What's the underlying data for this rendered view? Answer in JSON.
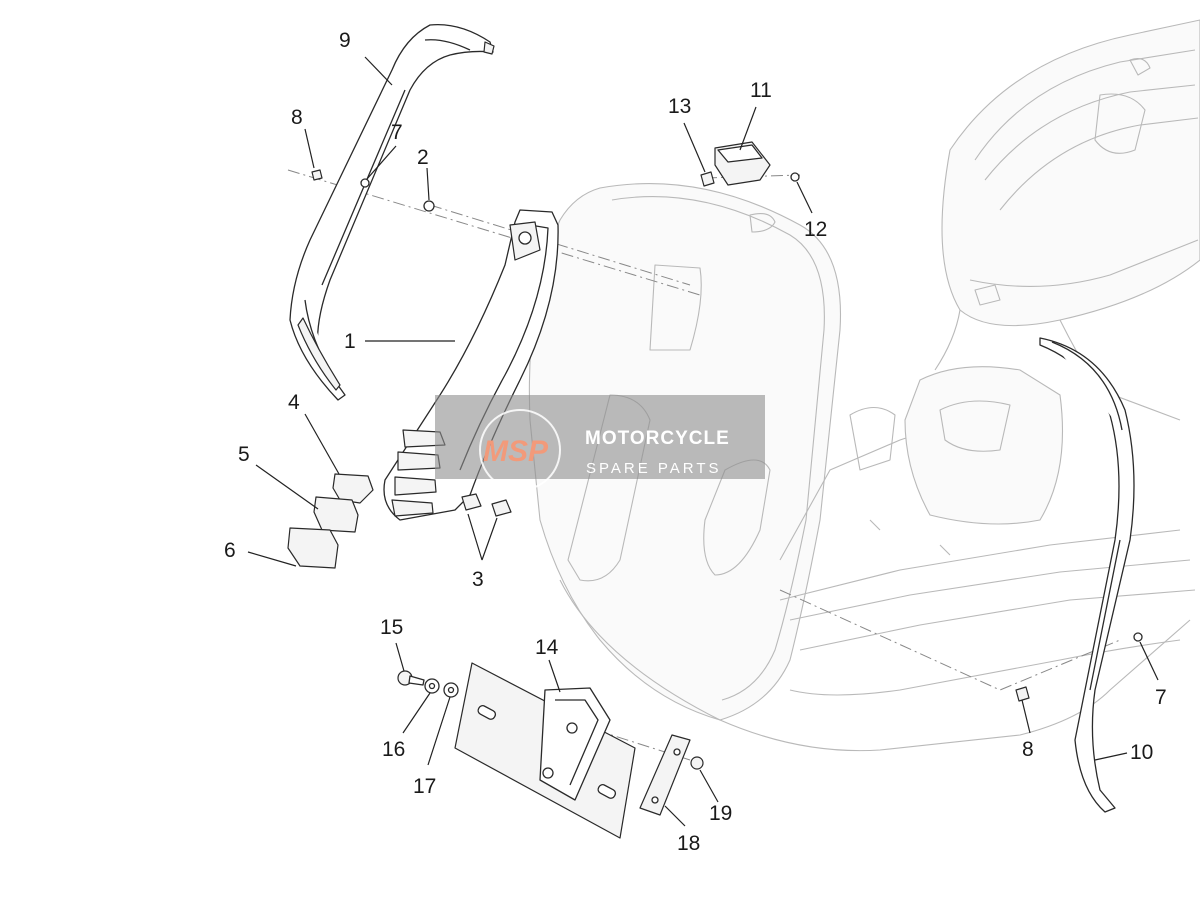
{
  "callouts": [
    {
      "id": "1",
      "label": "1"
    },
    {
      "id": "2",
      "label": "2"
    },
    {
      "id": "3",
      "label": "3"
    },
    {
      "id": "4",
      "label": "4"
    },
    {
      "id": "5",
      "label": "5"
    },
    {
      "id": "6",
      "label": "6"
    },
    {
      "id": "7a",
      "label": "7"
    },
    {
      "id": "7b",
      "label": "7"
    },
    {
      "id": "8a",
      "label": "8"
    },
    {
      "id": "8b",
      "label": "8"
    },
    {
      "id": "9",
      "label": "9"
    },
    {
      "id": "10",
      "label": "10"
    },
    {
      "id": "11",
      "label": "11"
    },
    {
      "id": "12",
      "label": "12"
    },
    {
      "id": "13",
      "label": "13"
    },
    {
      "id": "14",
      "label": "14"
    },
    {
      "id": "15",
      "label": "15"
    },
    {
      "id": "16",
      "label": "16"
    },
    {
      "id": "17",
      "label": "17"
    },
    {
      "id": "18",
      "label": "18"
    },
    {
      "id": "19",
      "label": "19"
    }
  ],
  "watermark": {
    "logo": "MSP",
    "brand": "MOTORCYCLE",
    "subtitle": "SPARE PARTS"
  }
}
